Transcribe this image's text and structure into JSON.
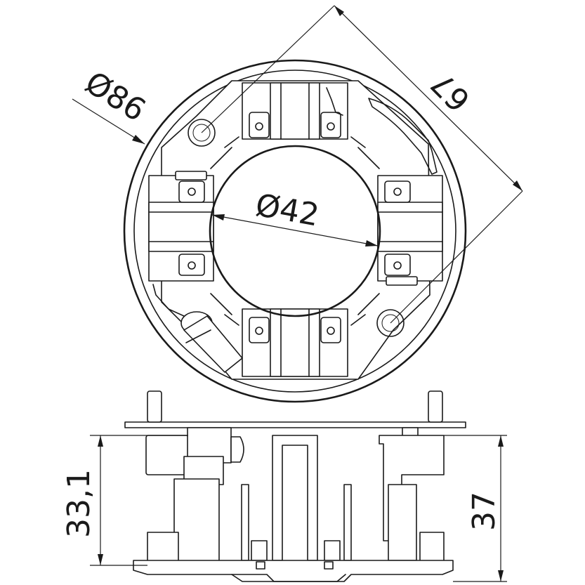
{
  "dimensions": {
    "outer_diameter": "Ø86",
    "inner_diameter": "Ø42",
    "diagonal": "67",
    "height_left": "33,1",
    "height_right": "37"
  }
}
